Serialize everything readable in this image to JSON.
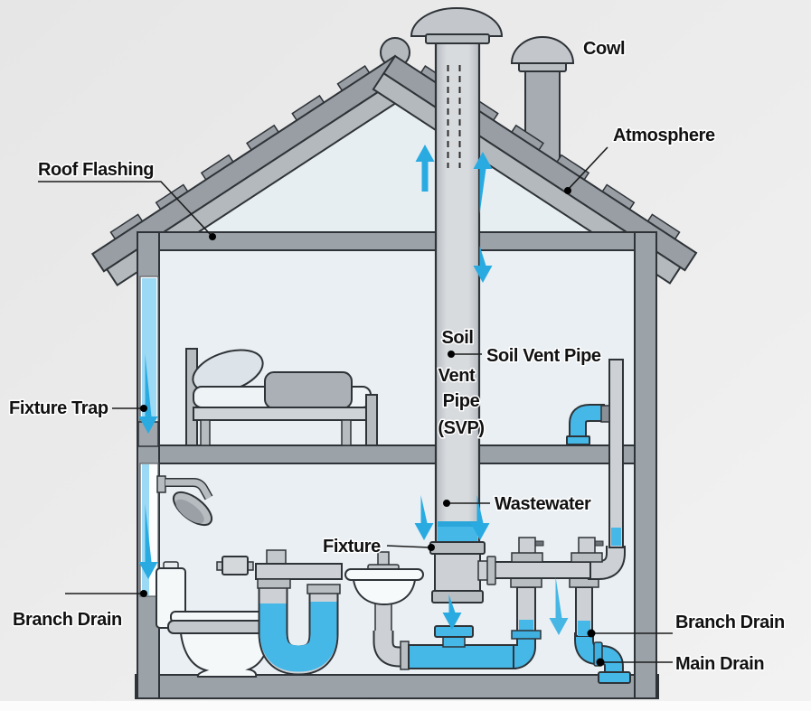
{
  "labels": {
    "cowl": "Cowl",
    "atmosphere": "Atmosphere",
    "roof_flashing": "Roof Flashing",
    "fixture_trap": "Fixture Trap",
    "soil_vent_pipe": "Soil Vent Pipe",
    "svp_inline": {
      "lines": [
        "Soil",
        "Vent",
        "Pipe",
        "(SVP)"
      ]
    },
    "wastewater": "Wastewater",
    "fixture": "Fixture",
    "branch_drain_left": "Branch Drain",
    "branch_drain_right": "Branch Drain",
    "main_drain": "Main Drain"
  },
  "colors": {
    "background": "#ededed",
    "interior": "#e9eff3",
    "wall": "#9ba2a8",
    "roof_outer": "#989ea4",
    "roof_inner": "#b4b9be",
    "pipe": "#cdd1d5",
    "pipe_dark": "#a6acb2",
    "fitting": "#b9bec3",
    "water": "#45b8e8",
    "water_light": "#9bd9f4",
    "arrow": "#29abe2",
    "outline": "#2e3338",
    "label": "#111111"
  }
}
